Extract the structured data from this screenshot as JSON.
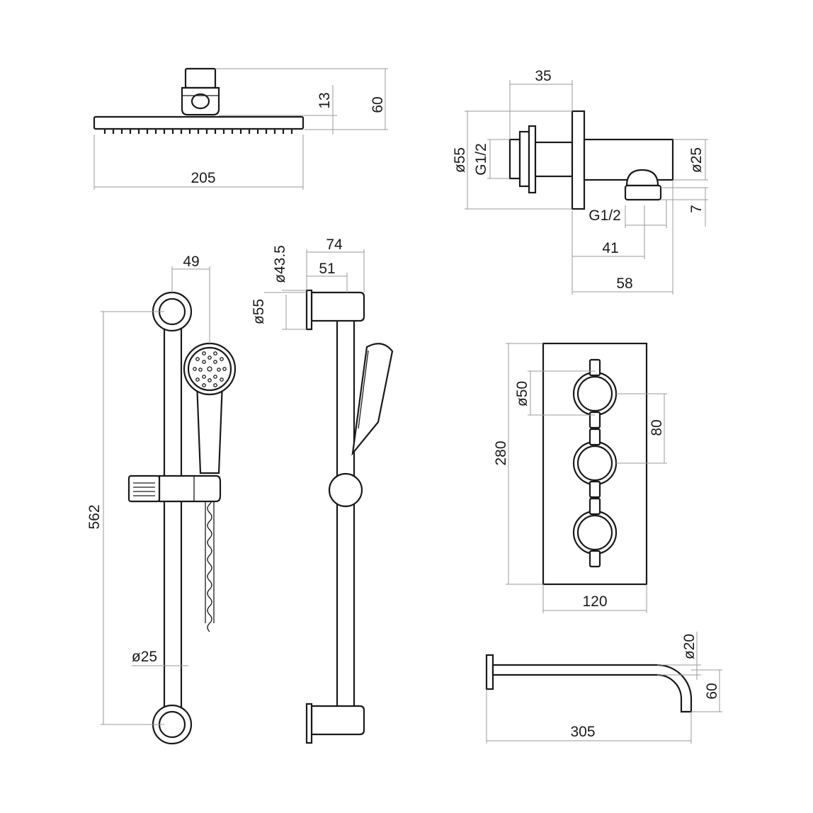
{
  "shower_head": {
    "width": "205",
    "height": "60",
    "arm": "13"
  },
  "wall_outlet": {
    "depth": "35",
    "plate_dia": "ø55",
    "inlet_thread": "G1/2",
    "body_dia": "ø25",
    "outlet_thread": "G1/2",
    "outlet_offset": "7",
    "outlet_dist": "41",
    "total_depth": "58"
  },
  "riser_front": {
    "offset": "49",
    "length": "562",
    "rail_dia": "ø25"
  },
  "riser_side": {
    "depth": "74",
    "depth_inner": "51",
    "plate_inner": "ø43.5",
    "plate_outer": "ø55"
  },
  "valve": {
    "handle_dia": "ø50",
    "spacing": "80",
    "height": "280",
    "width": "120"
  },
  "spout": {
    "dia": "ø20",
    "drop": "60",
    "length": "305"
  }
}
